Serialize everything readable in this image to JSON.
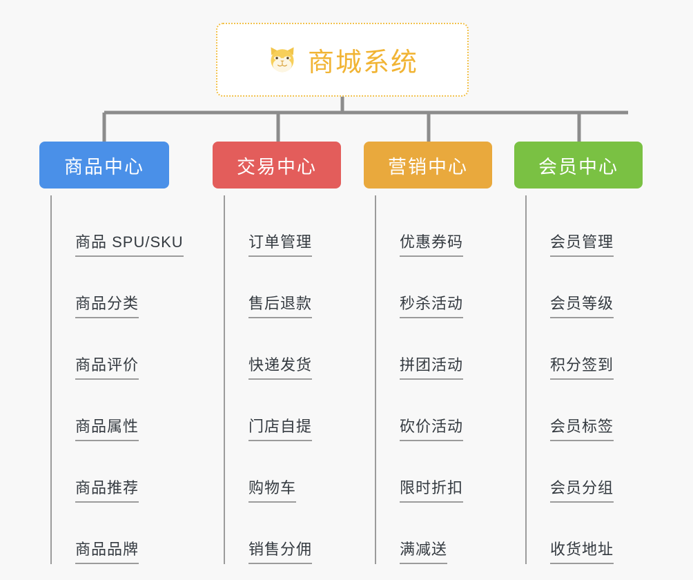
{
  "page": {
    "background_color": "#f8f8f8",
    "type": "mind-map"
  },
  "root": {
    "title": "商城系统",
    "icon": "dog-face-icon",
    "border_color": "#f2c14a",
    "text_color": "#f1b434",
    "background_color": "#ffffff"
  },
  "branches": [
    {
      "label": "商品中心",
      "color": "#4a90e8",
      "items": [
        "商品 SPU/SKU",
        "商品分类",
        "商品评价",
        "商品属性",
        "商品推荐",
        "商品品牌"
      ]
    },
    {
      "label": "交易中心",
      "color": "#e35d5b",
      "items": [
        "订单管理",
        "售后退款",
        "快递发货",
        "门店自提",
        "购物车",
        "销售分佣"
      ]
    },
    {
      "label": "营销中心",
      "color": "#e9a93d",
      "items": [
        "优惠券码",
        "秒杀活动",
        "拼团活动",
        "砍价活动",
        "限时折扣",
        "满减送"
      ]
    },
    {
      "label": "会员中心",
      "color": "#7ac143",
      "items": [
        "会员管理",
        "会员等级",
        "积分签到",
        "会员标签",
        "会员分组",
        "收货地址"
      ]
    }
  ],
  "connector": {
    "color": "#8c8c8c"
  }
}
